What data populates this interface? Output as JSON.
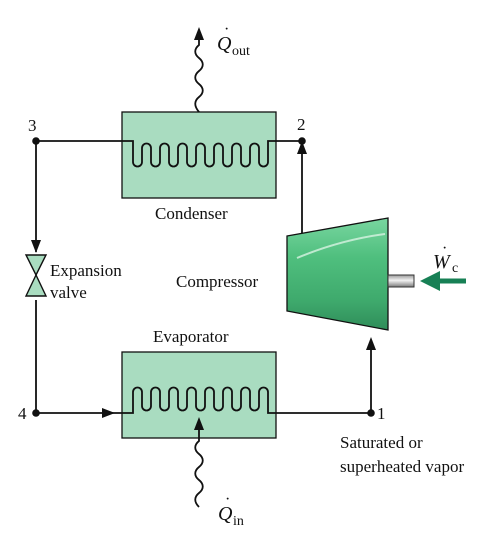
{
  "colors": {
    "heat_exchanger_fill": "#a9dcc0",
    "compressor_fill": "#4fbf7e",
    "work_arrow": "#178055",
    "line": "#111111",
    "background": "#ffffff"
  },
  "labels": {
    "q_out_symbol": "Q",
    "q_out_sub": "out",
    "q_in_symbol": "Q",
    "q_in_sub": "in",
    "w_c_symbol": "W",
    "w_c_sub": "c",
    "condenser": "Condenser",
    "evaporator": "Evaporator",
    "compressor": "Compressor",
    "expansion_line1": "Expansion",
    "expansion_line2": "valve",
    "state_note_line1": "Saturated or",
    "state_note_line2": "superheated vapor"
  },
  "states": {
    "s1": "1",
    "s2": "2",
    "s3": "3",
    "s4": "4"
  },
  "icons": {
    "heat_out": "wavy-arrow-up-icon",
    "heat_in": "wavy-arrow-up-icon",
    "work_in": "arrow-left-icon",
    "valve": "valve-icon",
    "shaft": "shaft-icon"
  }
}
